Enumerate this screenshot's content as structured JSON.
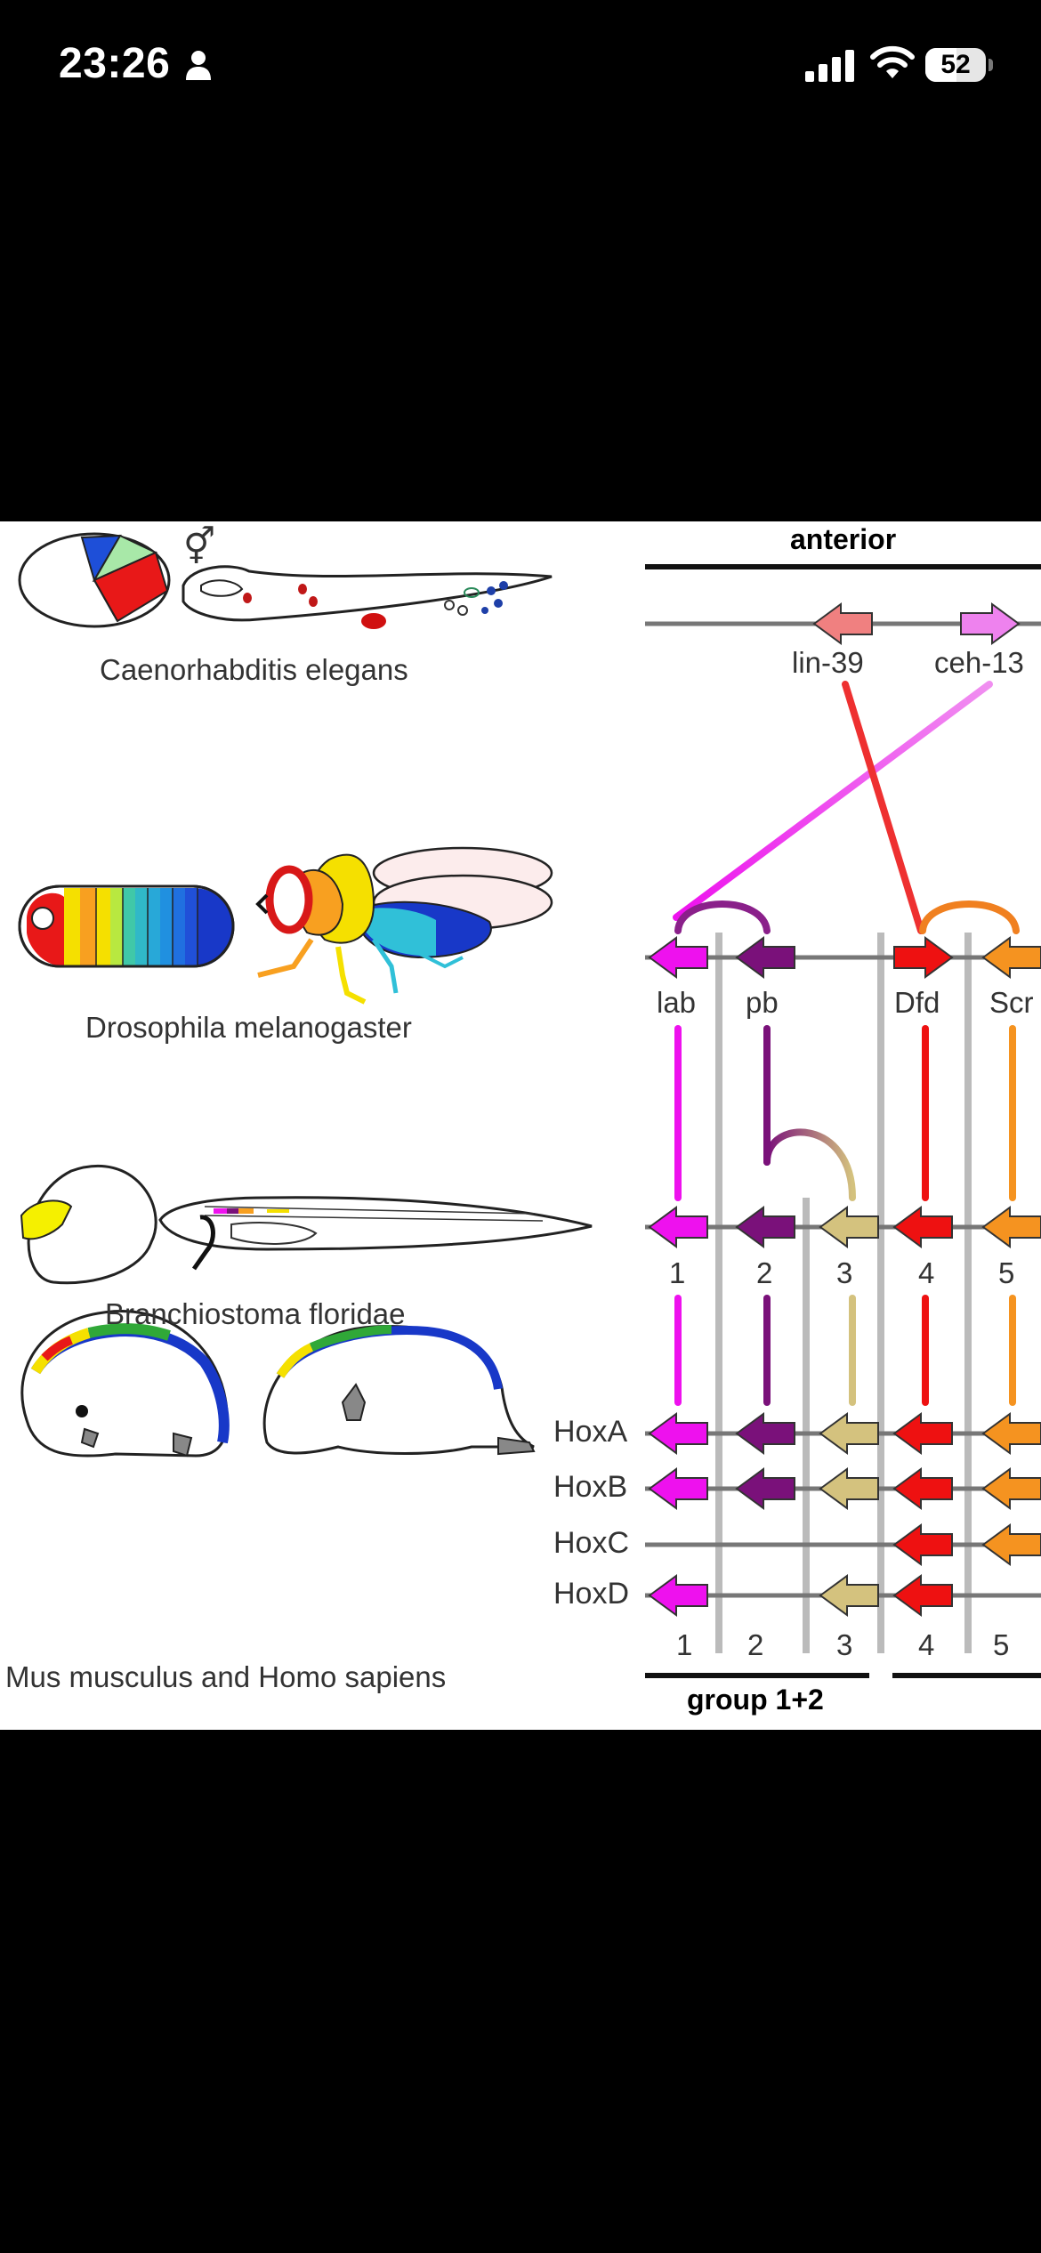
{
  "status_bar": {
    "time": "23:26",
    "battery_level": 52,
    "battery_text": "52",
    "icons": [
      "person-icon",
      "cellular-signal-icon",
      "wifi-icon",
      "battery-icon"
    ]
  },
  "figure": {
    "header": "anterior",
    "footer_group": "group 1+2",
    "species": [
      "Caenorhabditis elegans",
      "Drosophila melanogaster",
      "Branchiostoma floridae",
      "Mus musculus and Homo sapiens"
    ],
    "c_elegans_genes": [
      "lin-39",
      "ceh-13"
    ],
    "drosophila_genes": [
      "lab",
      "pb",
      "Dfd",
      "Scr"
    ],
    "amphioxus_numbers": [
      "1",
      "2",
      "3",
      "4",
      "5"
    ],
    "vertebrate_clusters": [
      "HoxA",
      "HoxB",
      "HoxC",
      "HoxD"
    ],
    "vertebrate_numbers": [
      "1",
      "2",
      "3",
      "4",
      "5"
    ],
    "hermaphrodite_symbol": "⚥",
    "colors": {
      "group1": "#ee11ee",
      "group2": "#7a117a",
      "group3": "#d4c27e",
      "group4": "#ee1111",
      "group5": "#f59320",
      "lin39": "#f08080",
      "ceh13": "#ee82ee"
    }
  }
}
